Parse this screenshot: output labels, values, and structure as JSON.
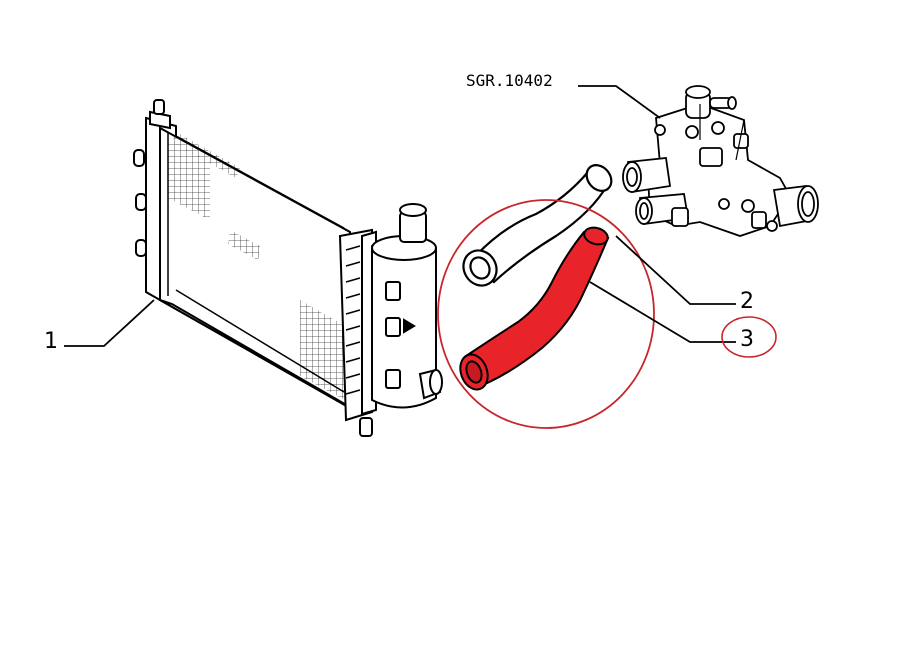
{
  "labels": {
    "radiator": "1",
    "hose_upper": "2",
    "hose_lower": "3",
    "thermostat_code": "SGR.10402"
  },
  "colors": {
    "highlight": "#e8232a",
    "highlight_circle": "#c8262c",
    "line": "#000000"
  }
}
